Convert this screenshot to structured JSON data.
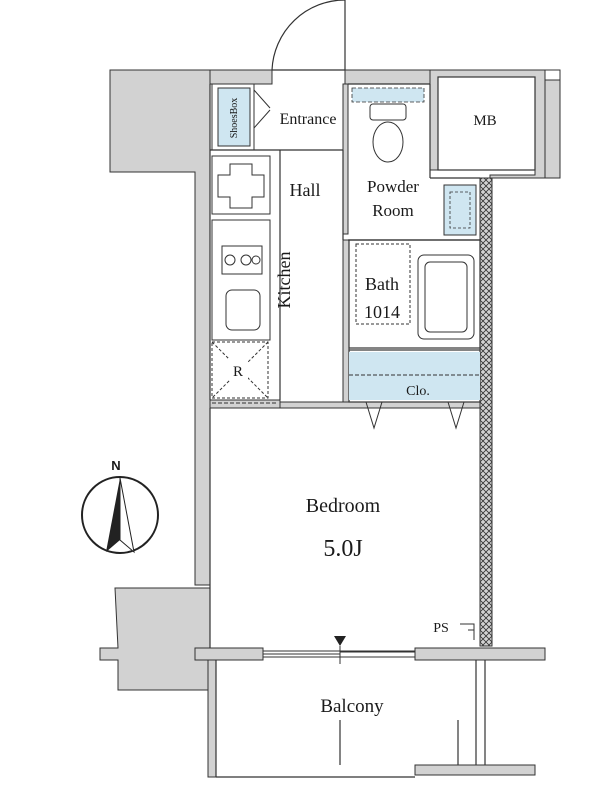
{
  "rooms": {
    "shoes_box": "ShoesBox",
    "entrance": "Entrance",
    "mb": "MB",
    "hall": "Hall",
    "powder": "Powder",
    "room": "Room",
    "kitchen": "Kitchen",
    "bath": "Bath",
    "bath_size": "1014",
    "fridge": "R",
    "closet": "Clo.",
    "bedroom": "Bedroom",
    "bedroom_size": "5.0J",
    "pipe_space": "PS",
    "balcony": "Balcony"
  },
  "compass": {
    "label": "N"
  },
  "colors": {
    "wall": "#d2d2d2",
    "wall_edge": "#333333",
    "fixture_blue": "#cfe6f1",
    "background": "#ffffff"
  }
}
